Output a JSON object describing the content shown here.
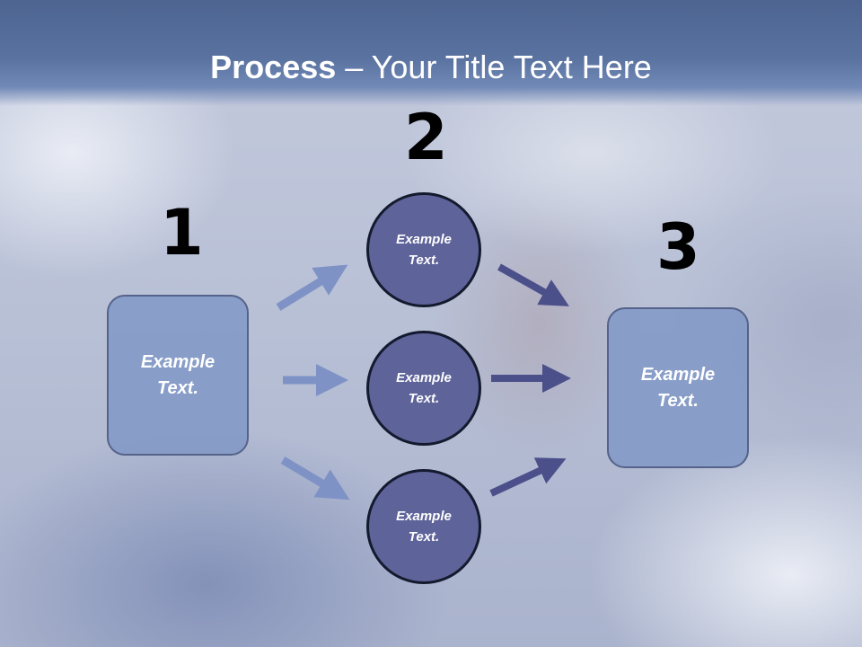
{
  "slide": {
    "title_bold": "Process",
    "title_rest": " – Your Title Text Here",
    "steps": [
      {
        "number": "1",
        "label_line1": "Example",
        "label_line2": "Text."
      },
      {
        "number": "2"
      },
      {
        "number": "3",
        "label_line1": "Example",
        "label_line2": "Text."
      }
    ],
    "circles": [
      {
        "label_line1": "Example",
        "label_line2": "Text."
      },
      {
        "label_line1": "Example",
        "label_line2": "Text."
      },
      {
        "label_line1": "Example",
        "label_line2": "Text."
      }
    ]
  },
  "colors": {
    "header": "#5a72a0",
    "box_fill": "#8098c6",
    "circle_fill": "#5e6399",
    "arrow_left": "#7f92c6",
    "arrow_right": "#4b4f8a"
  }
}
